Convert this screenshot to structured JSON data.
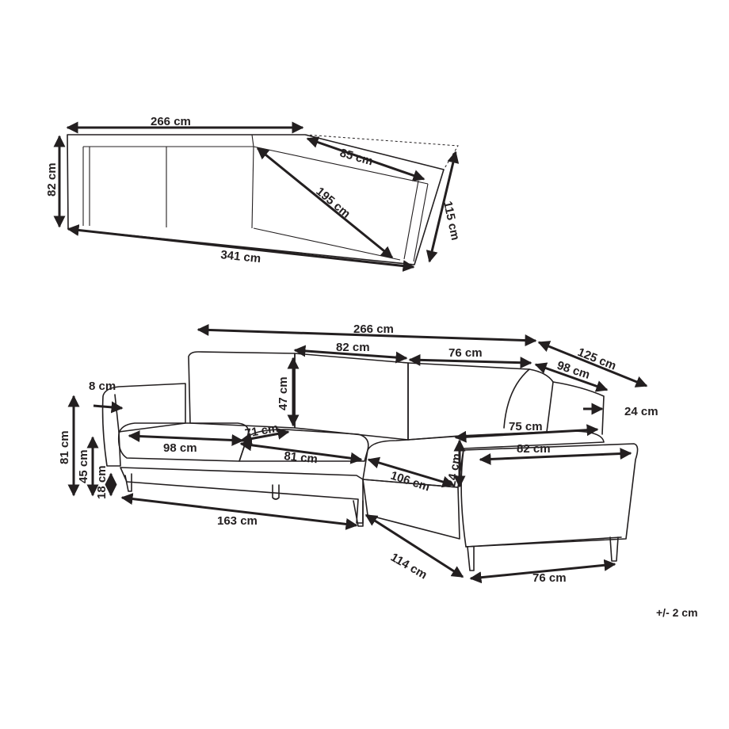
{
  "top_view": {
    "width_main": "266 cm",
    "depth_main": "82 cm",
    "chaise_width": "85 cm",
    "diagonal": "195 cm",
    "chaise_depth": "115 cm",
    "total_width": "341 cm"
  },
  "front_view": {
    "total_width": "266 cm",
    "corner_depth": "125 cm",
    "back_cushion_1": "82 cm",
    "back_cushion_2": "76 cm",
    "back_cushion_3": "98 cm",
    "arm_width": "8 cm",
    "right_arm_width": "24 cm",
    "back_height": "47 cm",
    "total_height": "81 cm",
    "seat_height": "45 cm",
    "leg_height": "18 cm",
    "seat_cushion_1": "98 cm",
    "seat_depth_1": "71 cm",
    "seat_cushion_2": "81 cm",
    "seat_back_3": "75 cm",
    "chaise_top": "82 cm",
    "seat_cushion_3": "106 cm",
    "chaise_arm_height": "24 cm",
    "base_length": "163 cm",
    "chaise_front": "114 cm",
    "chaise_base": "76 cm"
  },
  "tolerance": "+/- 2 cm"
}
